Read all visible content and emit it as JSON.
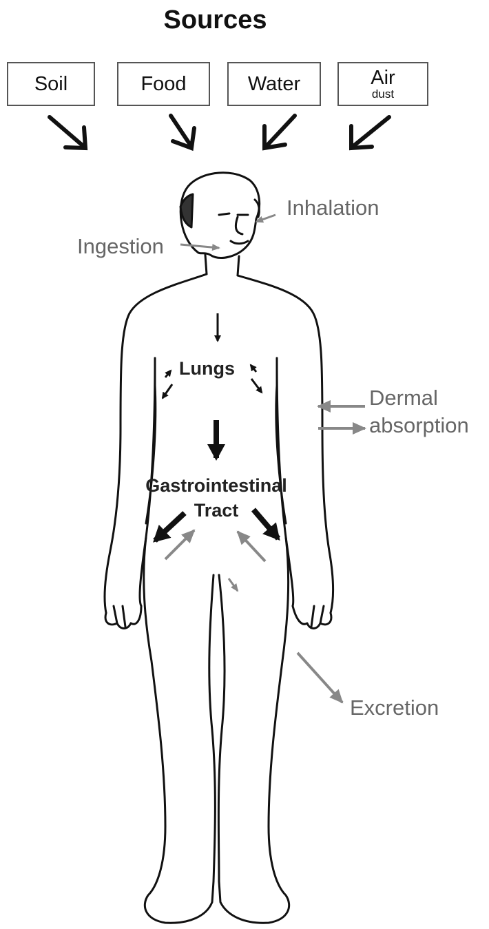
{
  "title": "Sources",
  "sources": [
    {
      "label": "Soil",
      "sub": ""
    },
    {
      "label": "Food",
      "sub": ""
    },
    {
      "label": "Water",
      "sub": ""
    },
    {
      "label": "Air",
      "sub": "dust"
    }
  ],
  "routes": {
    "inhalation": "Inhalation",
    "ingestion": "Ingestion",
    "dermal_line1": "Dermal",
    "dermal_line2": "absorption",
    "excretion": "Excretion"
  },
  "organs": {
    "lungs": "Lungs",
    "gi_line1": "Gastrointestinal",
    "gi_line2": "Tract"
  },
  "colors": {
    "black_arrow": "#111111",
    "grey_arrow": "#888888",
    "grey_text": "#666666"
  }
}
